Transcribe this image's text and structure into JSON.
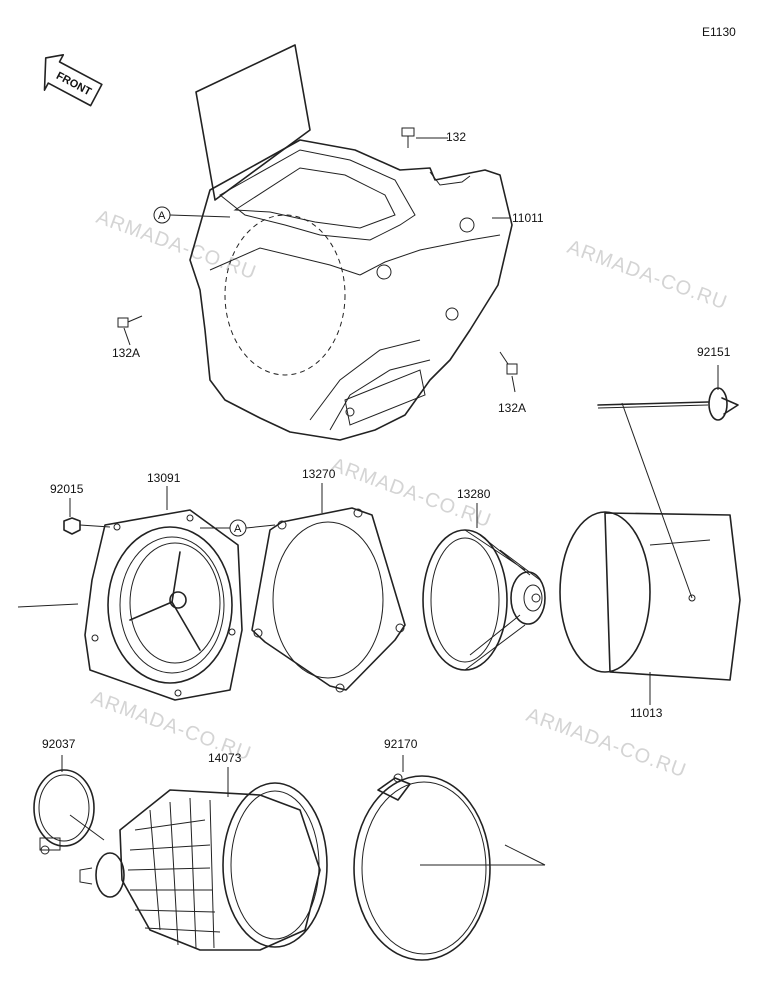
{
  "diagram_code": "E1130",
  "front_label": "FRONT",
  "callout_letter": "A",
  "watermark": "ARMADA-CO.RU",
  "parts": {
    "p132": "132",
    "p11011": "11011",
    "p132a_left": "132A",
    "p132a_right": "132A",
    "p92151": "92151",
    "p92015": "92015",
    "p13091": "13091",
    "p13270": "13270",
    "p13280": "13280",
    "p11013": "11013",
    "p92037": "92037",
    "p14073": "14073",
    "p92170": "92170"
  }
}
